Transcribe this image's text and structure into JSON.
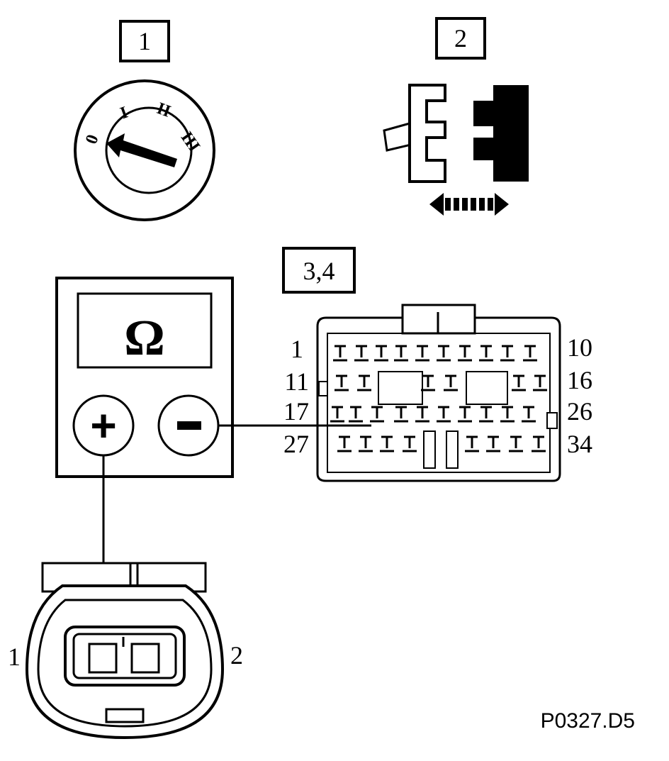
{
  "steps": {
    "step1": "1",
    "step2": "2",
    "step34": "3,4"
  },
  "ignition_switch": {
    "positions": [
      "0",
      "I",
      "II",
      "III"
    ]
  },
  "ohmmeter": {
    "display_symbol": "Ω",
    "plus_symbol": "+",
    "minus_symbol": "−"
  },
  "ecu_connector": {
    "pin_labels": {
      "row1_left": "1",
      "row1_right": "10",
      "row2_left": "11",
      "row2_right": "16",
      "row3_left": "17",
      "row3_right": "26",
      "row4_left": "27",
      "row4_right": "34"
    }
  },
  "sensor_connector": {
    "pin_left": "1",
    "pin_right": "2"
  },
  "figure_code": "P0327.D5"
}
